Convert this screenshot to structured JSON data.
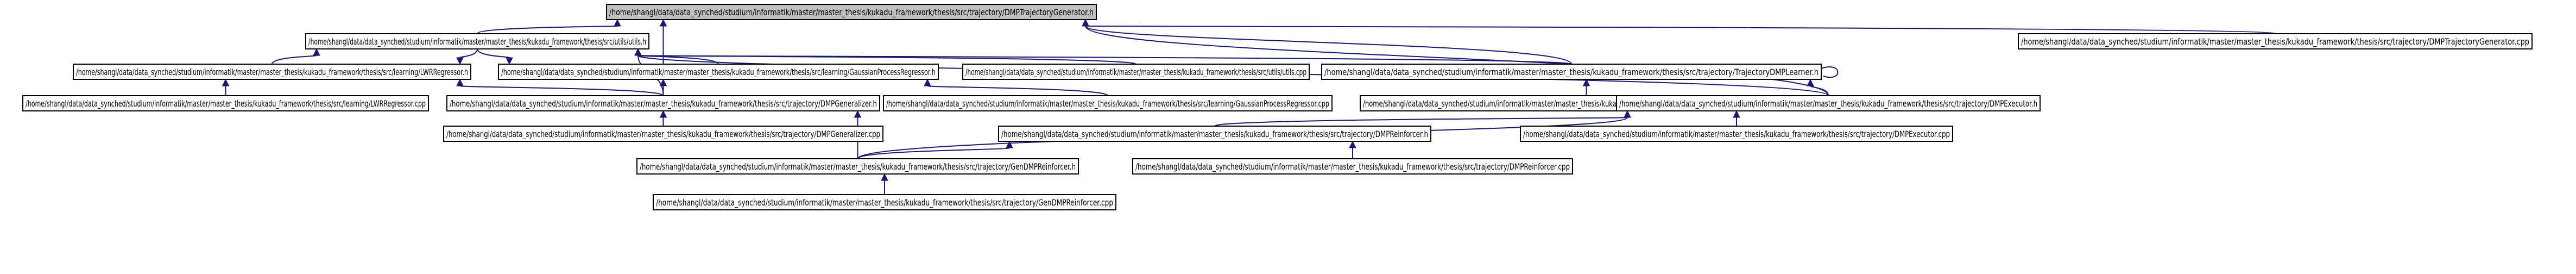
{
  "graph": {
    "nodes": [
      {
        "id": "n_dmp_gen_h",
        "label": "/home/shangl/data/data_synched/studium/informatik/master/master_thesis/kukadu_framework/thesis/src/trajectory/DMPTrajectoryGenerator.h",
        "root": true
      },
      {
        "id": "n_utils_h",
        "label": "/home/shangl/data/data_synched/studium/informatik/master/master_thesis/kukadu_framework/thesis/src/utils/utils.h"
      },
      {
        "id": "n_dmp_gen_cpp",
        "label": "/home/shangl/data/data_synched/studium/informatik/master/master_thesis/kukadu_framework/thesis/src/trajectory/DMPTrajectoryGenerator.cpp"
      },
      {
        "id": "n_lwr_h",
        "label": "/home/shangl/data/data_synched/studium/informatik/master/master_thesis/kukadu_framework/thesis/src/learning/LWRRegressor.h"
      },
      {
        "id": "n_gpr_h",
        "label": "/home/shangl/data/data_synched/studium/informatik/master/master_thesis/kukadu_framework/thesis/src/learning/GaussianProcessRegressor.h"
      },
      {
        "id": "n_utils_cpp",
        "label": "/home/shangl/data/data_synched/studium/informatik/master/master_thesis/kukadu_framework/thesis/src/utils/utils.cpp"
      },
      {
        "id": "n_tdl_h",
        "label": "/home/shangl/data/data_synched/studium/informatik/master/master_thesis/kukadu_framework/thesis/src/trajectory/TrajectoryDMPLearner.h"
      },
      {
        "id": "n_lwr_cpp",
        "label": "/home/shangl/data/data_synched/studium/informatik/master/master_thesis/kukadu_framework/thesis/src/learning/LWRRegressor.cpp"
      },
      {
        "id": "n_dmpgz_h",
        "label": "/home/shangl/data/data_synched/studium/informatik/master/master_thesis/kukadu_framework/thesis/src/trajectory/DMPGeneralizer.h"
      },
      {
        "id": "n_gpr_cpp",
        "label": "/home/shangl/data/data_synched/studium/informatik/master/master_thesis/kukadu_framework/thesis/src/learning/GaussianProcessRegressor.cpp"
      },
      {
        "id": "n_tdl_cpp",
        "label": "/home/shangl/data/data_synched/studium/informatik/master/master_thesis/kukadu_framework/thesis/src/trajectory/TrajectoryDMPLearner.cpp"
      },
      {
        "id": "n_exec_h",
        "label": "/home/shangl/data/data_synched/studium/informatik/master/master_thesis/kukadu_framework/thesis/src/trajectory/DMPExecutor.h"
      },
      {
        "id": "n_dmpgz_cpp",
        "label": "/home/shangl/data/data_synched/studium/informatik/master/master_thesis/kukadu_framework/thesis/src/trajectory/DMPGeneralizer.cpp"
      },
      {
        "id": "n_reinf_h",
        "label": "/home/shangl/data/data_synched/studium/informatik/master/master_thesis/kukadu_framework/thesis/src/trajectory/DMPReinforcer.h"
      },
      {
        "id": "n_exec_cpp",
        "label": "/home/shangl/data/data_synched/studium/informatik/master/master_thesis/kukadu_framework/thesis/src/trajectory/DMPExecutor.cpp"
      },
      {
        "id": "n_gen_reinf_h",
        "label": "/home/shangl/data/data_synched/studium/informatik/master/master_thesis/kukadu_framework/thesis/src/trajectory/GenDMPReinforcer.h"
      },
      {
        "id": "n_reinf_cpp",
        "label": "/home/shangl/data/data_synched/studium/informatik/master/master_thesis/kukadu_framework/thesis/src/trajectory/DMPReinforcer.cpp"
      },
      {
        "id": "n_gen_reinf_cpp",
        "label": "/home/shangl/data/data_synched/studium/informatik/master/master_thesis/kukadu_framework/thesis/src/trajectory/GenDMPReinforcer.cpp"
      }
    ],
    "edges": [
      {
        "id": "e_utils_to_root",
        "from": "n_utils_h",
        "to": "n_dmp_gen_h"
      },
      {
        "id": "e_gencpp_to_root",
        "from": "n_dmp_gen_cpp",
        "to": "n_dmp_gen_h"
      },
      {
        "id": "e_tdlh_to_root",
        "from": "n_tdl_h",
        "to": "n_dmp_gen_h"
      },
      {
        "id": "e_exech_to_root",
        "from": "n_exec_h",
        "to": "n_dmp_gen_h"
      },
      {
        "id": "e_dmpgzh_to_root",
        "from": "n_dmpgz_h",
        "to": "n_dmp_gen_h"
      },
      {
        "id": "e_lwrh_to_utils",
        "from": "n_lwr_h",
        "to": "n_utils_h"
      },
      {
        "id": "e_gprh_to_utils",
        "from": "n_gpr_h",
        "to": "n_utils_h"
      },
      {
        "id": "e_utilscpp_to_utils",
        "from": "n_utils_cpp",
        "to": "n_utils_h"
      },
      {
        "id": "e_tdlh_to_utils",
        "from": "n_tdl_h",
        "to": "n_utils_h"
      },
      {
        "id": "e_dmpgzh_to_utils",
        "from": "n_dmpgz_h",
        "to": "n_utils_h"
      },
      {
        "id": "e_exech_to_utils",
        "from": "n_exec_h",
        "to": "n_utils_h"
      },
      {
        "id": "e_utils_to_lwrh",
        "from": "n_utils_h",
        "to": "n_lwr_h"
      },
      {
        "id": "e_utils_to_gprh",
        "from": "n_utils_h",
        "to": "n_gpr_h"
      },
      {
        "id": "e_lwrcpp_to_lwrh",
        "from": "n_lwr_cpp",
        "to": "n_lwr_h"
      },
      {
        "id": "e_dmpgzh_to_lwrh",
        "from": "n_dmpgz_h",
        "to": "n_lwr_h"
      },
      {
        "id": "e_dmpgzh_to_gprh",
        "from": "n_dmpgz_h",
        "to": "n_gpr_h"
      },
      {
        "id": "e_gprcpp_to_gprh",
        "from": "n_gpr_cpp",
        "to": "n_gpr_h"
      },
      {
        "id": "e_tdlcpp_to_tdlh",
        "from": "n_tdl_cpp",
        "to": "n_tdl_h"
      },
      {
        "id": "e_exech_to_tdlh",
        "from": "n_exec_h",
        "to": "n_tdl_h"
      },
      {
        "id": "e_tdlh_self",
        "from": "n_tdl_h",
        "to": "n_tdl_h"
      },
      {
        "id": "e_dmpgzcpp_to_dmpgzh",
        "from": "n_dmpgz_cpp",
        "to": "n_dmpgz_h"
      },
      {
        "id": "e_genreinfh_to_dmpgzh",
        "from": "n_gen_reinf_h",
        "to": "n_dmpgz_h"
      },
      {
        "id": "e_reinfh_to_exech",
        "from": "n_reinf_h",
        "to": "n_exec_h"
      },
      {
        "id": "e_execcpp_to_exech",
        "from": "n_exec_cpp",
        "to": "n_exec_h"
      },
      {
        "id": "e_genreinfh_to_exech",
        "from": "n_gen_reinf_h",
        "to": "n_exec_h"
      },
      {
        "id": "e_genreinfh_to_reinfh",
        "from": "n_gen_reinf_h",
        "to": "n_reinf_h"
      },
      {
        "id": "e_reinfcpp_to_reinfh",
        "from": "n_reinf_cpp",
        "to": "n_reinf_h"
      },
      {
        "id": "e_genreinfcpp_to_genreinfh",
        "from": "n_gen_reinf_cpp",
        "to": "n_gen_reinf_h"
      }
    ]
  },
  "colors": {
    "edge": "#191970",
    "node_border": "#000000",
    "node_fill": "#ffffff",
    "root_fill": "#bfbfbf",
    "background": "#ffffff"
  }
}
